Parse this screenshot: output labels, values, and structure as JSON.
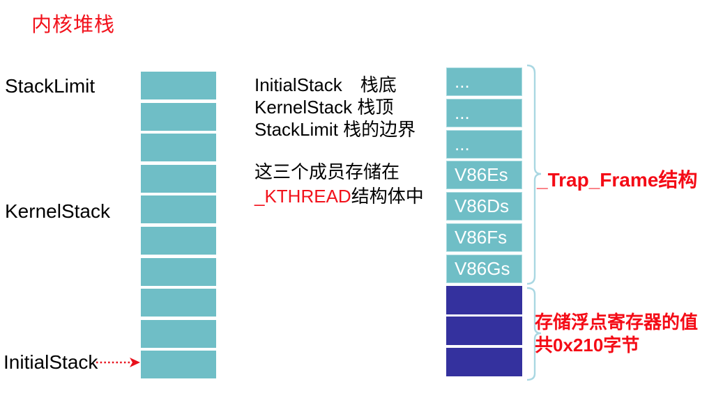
{
  "title": "内核堆栈",
  "left_labels": {
    "stack_limit": "StackLimit",
    "kernel_stack": "KernelStack",
    "initial_stack": "InitialStack"
  },
  "left_stack": {
    "cell_count": 10
  },
  "legend": {
    "lines": [
      "InitialStack　栈底",
      "KernelStack 栈顶",
      "StackLimit 栈的边界"
    ],
    "note_line1": "这三个成员存储在",
    "note_red": "_KTHREAD",
    "note_black": "结构体中"
  },
  "right_stack": {
    "cells": [
      {
        "label": "...",
        "type": "teal"
      },
      {
        "label": "...",
        "type": "teal"
      },
      {
        "label": "...",
        "type": "teal"
      },
      {
        "label": "V86Es",
        "type": "teal"
      },
      {
        "label": "V86Ds",
        "type": "teal"
      },
      {
        "label": "V86Fs",
        "type": "teal"
      },
      {
        "label": "V86Gs",
        "type": "teal"
      },
      {
        "label": "",
        "type": "blue"
      },
      {
        "label": "",
        "type": "blue"
      },
      {
        "label": "",
        "type": "blue"
      }
    ]
  },
  "annotations": {
    "trap_frame": "_Trap_Frame结构",
    "float_line1": "存储浮点寄存器的值",
    "float_line2": "共0x210字节"
  },
  "colors": {
    "teal_cell": "#6fbec6",
    "blue_cell": "#34319e",
    "accent_red": "#f2121c",
    "brace_blue": "#a9d7e2"
  }
}
